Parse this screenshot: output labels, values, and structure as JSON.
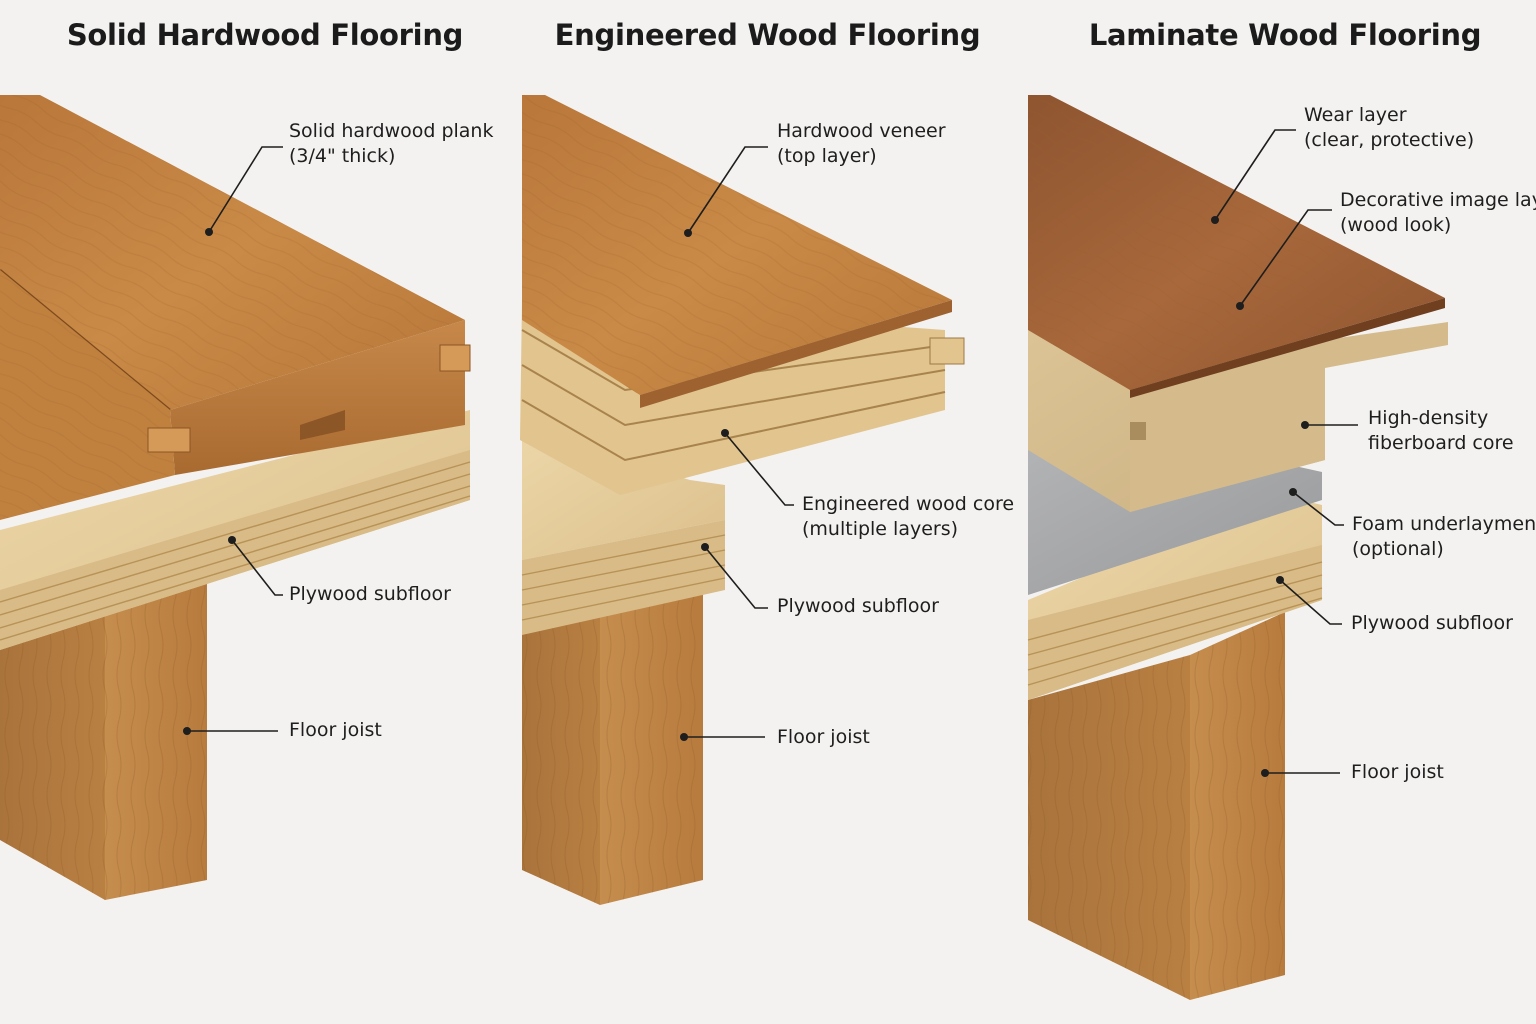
{
  "panels": [
    {
      "title": "Solid Hardwood Flooring",
      "labels": [
        {
          "line1": "Solid hardwood plank",
          "line2": "(3/4\" thick)"
        },
        {
          "line1": "Plywood subfloor",
          "line2": ""
        },
        {
          "line1": "Floor joist",
          "line2": ""
        }
      ]
    },
    {
      "title": "Engineered Wood Flooring",
      "labels": [
        {
          "line1": "Hardwood veneer",
          "line2": "(top layer)"
        },
        {
          "line1": "Engineered wood core",
          "line2": "(multiple layers)"
        },
        {
          "line1": "Plywood subfloor",
          "line2": ""
        },
        {
          "line1": "Floor joist",
          "line2": ""
        }
      ]
    },
    {
      "title": "Laminate Wood Flooring",
      "labels": [
        {
          "line1": "Wear layer",
          "line2": "(clear, protective)"
        },
        {
          "line1": "Decorative image layer",
          "line2": "(wood look)"
        },
        {
          "line1": "High-density",
          "line2": "fiberboard core"
        },
        {
          "line1": "Foam underlayment",
          "line2": "(optional)"
        },
        {
          "line1": "Plywood subfloor",
          "line2": ""
        },
        {
          "line1": "Floor joist",
          "line2": ""
        }
      ]
    }
  ],
  "colors": {
    "background": "#f3f2f0",
    "hardwood_top": "#c27e3c",
    "hardwood_side": "#b8793a",
    "plywood": "#e7cf9f",
    "joist": "#c98f4c",
    "laminate_top": "#9b5f35",
    "fiberboard": "#d7bd8f",
    "foam": "#a7a8aa",
    "leader_line": "#1e1e1e"
  }
}
